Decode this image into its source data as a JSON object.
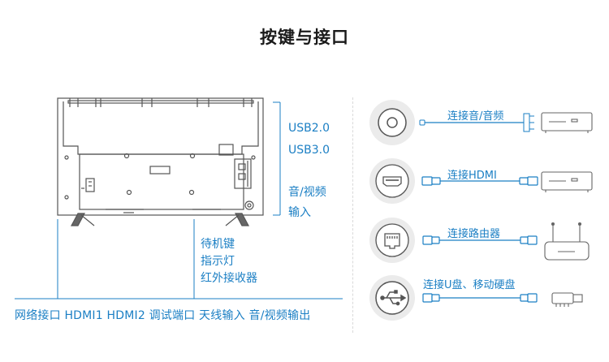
{
  "title": "按键与接口",
  "tv_labels": {
    "usb2": "USB2.0",
    "usb3": "USB3.0",
    "av_line1": "音/视频",
    "av_line2": "输入",
    "standby": "待机键",
    "indicator": "指示灯",
    "ir": "红外接收器",
    "bottom_ports": "网络接口 HDMI1 HDMI2 调试端口 天线输入 音/视频输出"
  },
  "connections": [
    {
      "label": "连接音/音频",
      "icon": "av-port-icon",
      "device": "set-top-box-icon"
    },
    {
      "label": "连接HDMI",
      "icon": "hdmi-port-icon",
      "device": "set-top-box-icon"
    },
    {
      "label": "连接路由器",
      "icon": "ethernet-port-icon",
      "device": "router-icon"
    },
    {
      "label": "连接U盘、移动硬盘",
      "icon": "usb-port-icon",
      "device": "usb-drive-icon"
    }
  ],
  "colors": {
    "accent": "#1b7fc4",
    "line": "#5a5a5a",
    "circle": "#e6e6e6"
  }
}
